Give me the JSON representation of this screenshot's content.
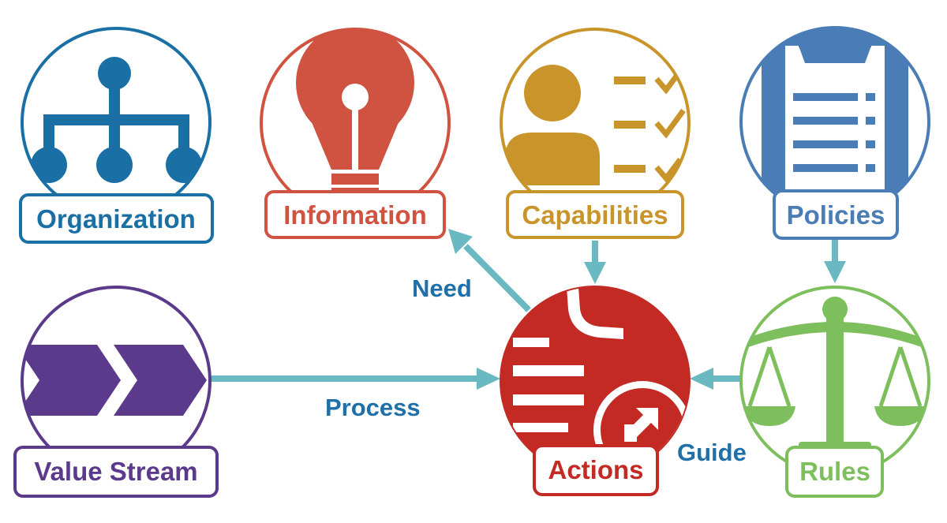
{
  "colors": {
    "organization": "#1a6fa5",
    "information": "#cf5340",
    "capabilities": "#c9952a",
    "policies": "#4a7db5",
    "value_stream": "#5b3a8c",
    "actions": "#c42a24",
    "rules": "#7dbf5c",
    "arrow": "#6ab8c2",
    "relation_text": "#1f6fa8"
  },
  "nodes": {
    "organization": {
      "label": "Organization",
      "icon": "org-chart-icon"
    },
    "information": {
      "label": "Information",
      "icon": "lightbulb-icon"
    },
    "capabilities": {
      "label": "Capabilities",
      "icon": "person-checklist-icon"
    },
    "policies": {
      "label": "Policies",
      "icon": "clipboard-icon"
    },
    "value_stream": {
      "label": "Value Stream",
      "icon": "chevrons-icon"
    },
    "actions": {
      "label": "Actions",
      "icon": "document-arrow-icon"
    },
    "rules": {
      "label": "Rules",
      "icon": "scales-icon"
    }
  },
  "relations": {
    "need": "Need",
    "process": "Process",
    "guide": "Guide"
  }
}
